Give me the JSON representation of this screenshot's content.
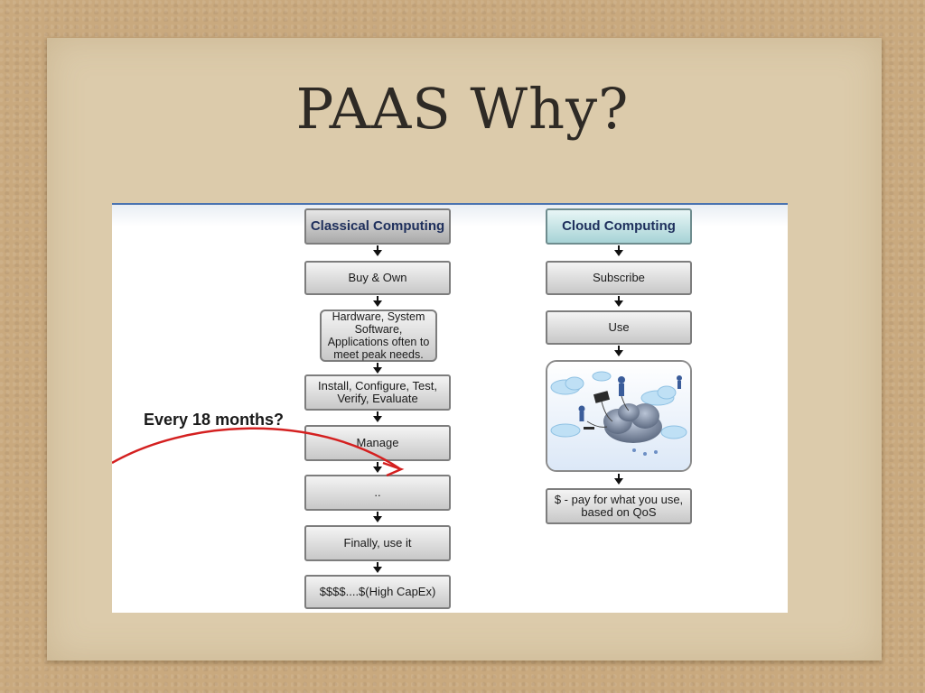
{
  "slide": {
    "title": "PAAS Why?",
    "annotation": "Every 18 months?",
    "classical": {
      "header": "Classical Computing",
      "steps": [
        "Buy & Own",
        "Hardware, System\nSoftware,\nApplications often to\nmeet peak needs.",
        "Install, Configure, Test,\nVerify, Evaluate",
        "Manage",
        "..",
        "Finally, use it",
        "$$$$....$(High CapEx)"
      ]
    },
    "cloud": {
      "header": "Cloud Computing",
      "steps": [
        "Subscribe",
        "Use",
        "$ - pay for what you use,\nbased on QoS"
      ],
      "illustration": "cloud-people-illustration"
    },
    "colors": {
      "paper": "#dccbab",
      "cork": "#c9a97e",
      "title_text": "#2e2a25",
      "header_text": "#1e2f5c",
      "curve_arrow": "#d42020"
    }
  }
}
